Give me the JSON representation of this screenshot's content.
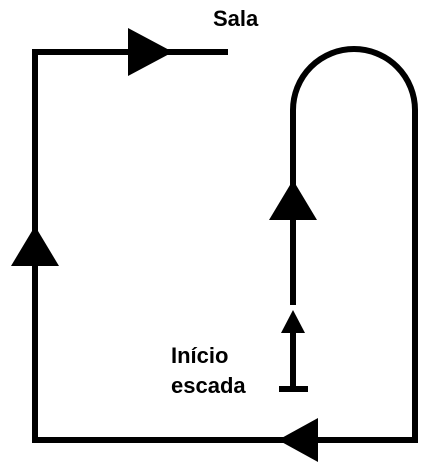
{
  "labels": {
    "destination": "Sala",
    "start_line_1": "Início",
    "start_line_2": "escada"
  },
  "colors": {
    "line": "#000000",
    "background": "#ffffff"
  }
}
